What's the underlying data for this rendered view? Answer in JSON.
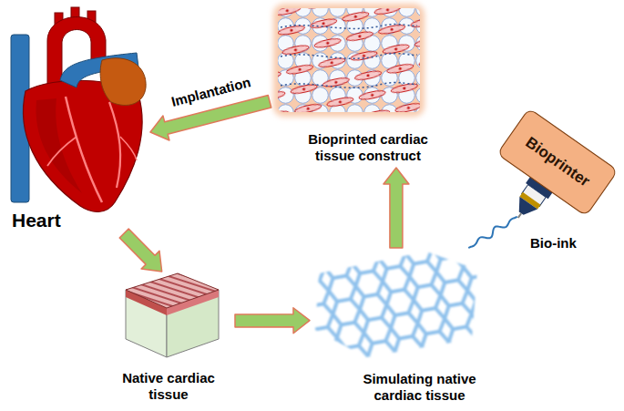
{
  "diagram": {
    "nodes": [
      {
        "text": [
          "Heart"
        ]
      },
      {
        "text": [
          "Bioprinted cardiac tissue construct"
        ]
      },
      {
        "text": [
          "Bioprinter"
        ]
      },
      {
        "text": [
          "Native cardiac tissue"
        ]
      },
      {
        "text": [
          "Simulating native cardiac tissue"
        ]
      }
    ],
    "edges": [
      {
        "from": 0,
        "to": 3,
        "arrow": "to"
      },
      {
        "from": 3,
        "to": 4,
        "arrow": "to"
      },
      {
        "from": 4,
        "to": 1,
        "arrow": "to"
      },
      {
        "from": 1,
        "to": 0,
        "label": "Implantation",
        "arrow": "to"
      },
      {
        "from": 2,
        "to": 4,
        "arrow": "none"
      }
    ],
    "labels": [
      "Bio-ink"
    ]
  }
}
